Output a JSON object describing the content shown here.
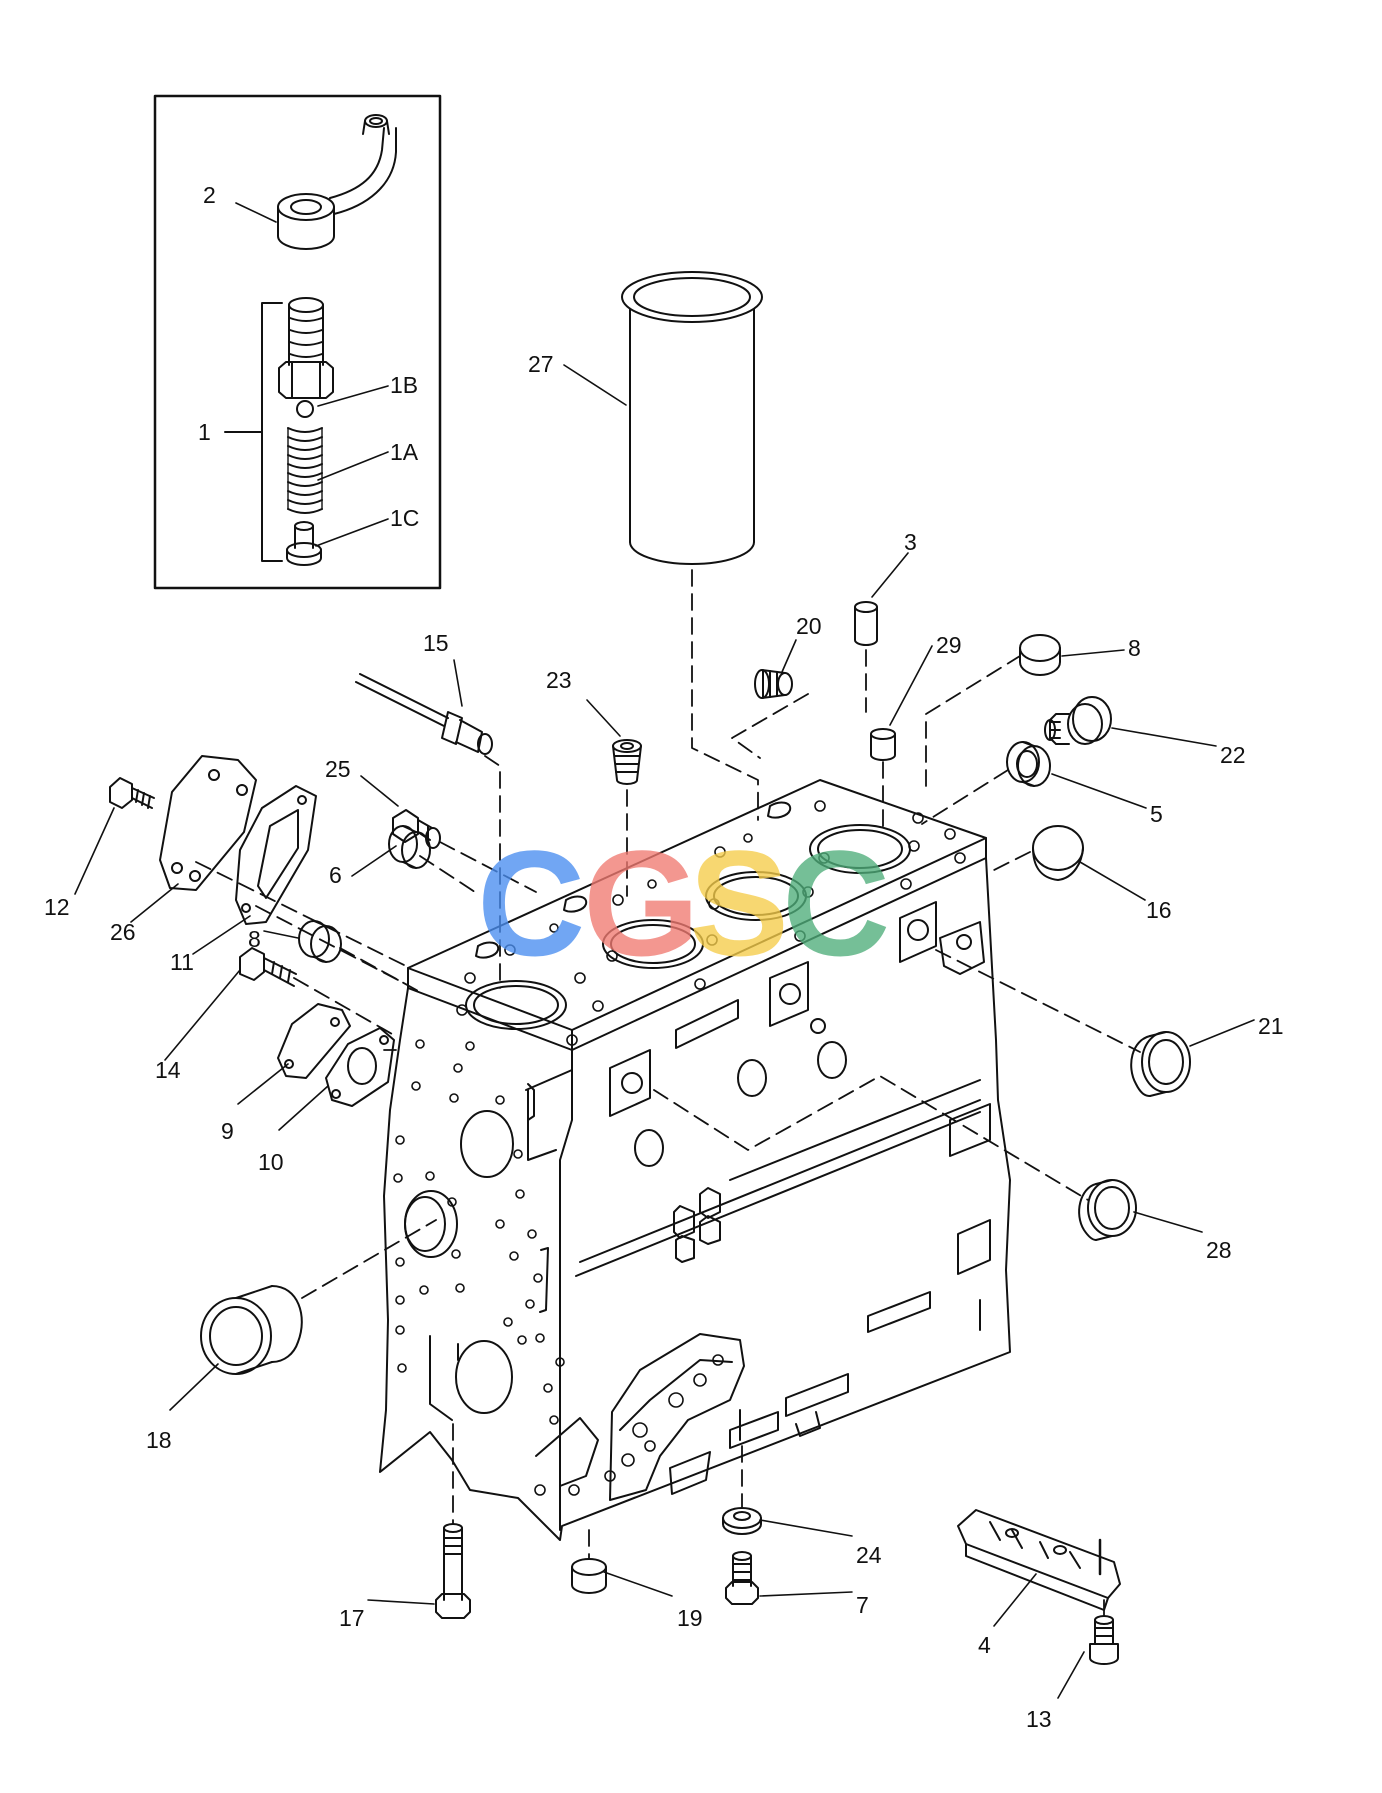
{
  "callouts": {
    "c1": "1",
    "c1a": "1A",
    "c1b": "1B",
    "c1c": "1C",
    "c2": "2",
    "c3": "3",
    "c4": "4",
    "c5": "5",
    "c6": "6",
    "c7": "7",
    "c8a": "8",
    "c8b": "8",
    "c9": "9",
    "c10": "10",
    "c11": "11",
    "c12": "12",
    "c13": "13",
    "c14": "14",
    "c15": "15",
    "c16": "16",
    "c17": "17",
    "c18": "18",
    "c19": "19",
    "c20": "20",
    "c21": "21",
    "c22": "22",
    "c23": "23",
    "c24": "24",
    "c25": "25",
    "c26": "26",
    "c27": "27",
    "c28": "28",
    "c29": "29"
  },
  "watermark": {
    "letters": [
      "C",
      "G",
      "S",
      "C"
    ],
    "colors": [
      "#4a8ef0",
      "#f07a72",
      "#f5cc4a",
      "#4fae7a"
    ]
  },
  "colors": {
    "line": "#111111",
    "background": "#ffffff"
  }
}
